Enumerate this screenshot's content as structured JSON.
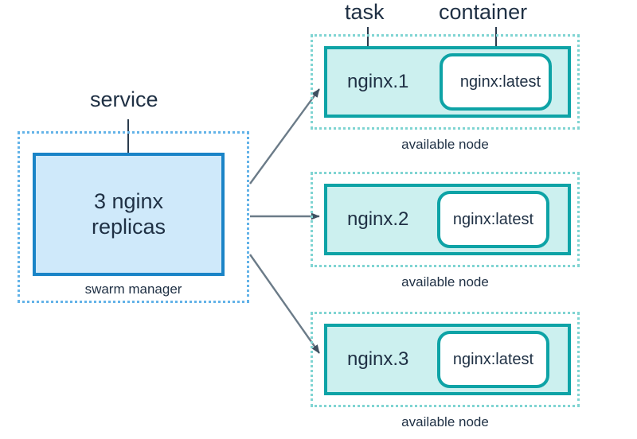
{
  "diagram": {
    "title": "docker swarm service replicas diagram",
    "colors": {
      "service_fill": "#cfe9fa",
      "service_border": "#1a84c7",
      "service_group_border": "#63b3e8",
      "task_fill": "#ccf0ef",
      "task_border": "#0ea3a6",
      "node_group_border": "#7fd4d2",
      "container_fill": "#ffffff",
      "container_border": "#0ea3a6",
      "text": "#1f3044",
      "arrow": "#50606e",
      "leader_line": "#2a3b4d",
      "background": "#ffffff"
    },
    "callouts": [
      {
        "id": "service",
        "label": "service"
      },
      {
        "id": "task",
        "label": "task"
      },
      {
        "id": "container",
        "label": "container"
      }
    ],
    "manager": {
      "caption": "swarm manager",
      "service_line_1": "3 nginx",
      "service_line_2": "replicas"
    },
    "nodes": [
      {
        "caption": "available node",
        "task": "nginx.1",
        "container": "nginx:latest"
      },
      {
        "caption": "available node",
        "task": "nginx.2",
        "container": "nginx:latest"
      },
      {
        "caption": "available node",
        "task": "nginx.3",
        "container": "nginx:latest"
      }
    ]
  }
}
